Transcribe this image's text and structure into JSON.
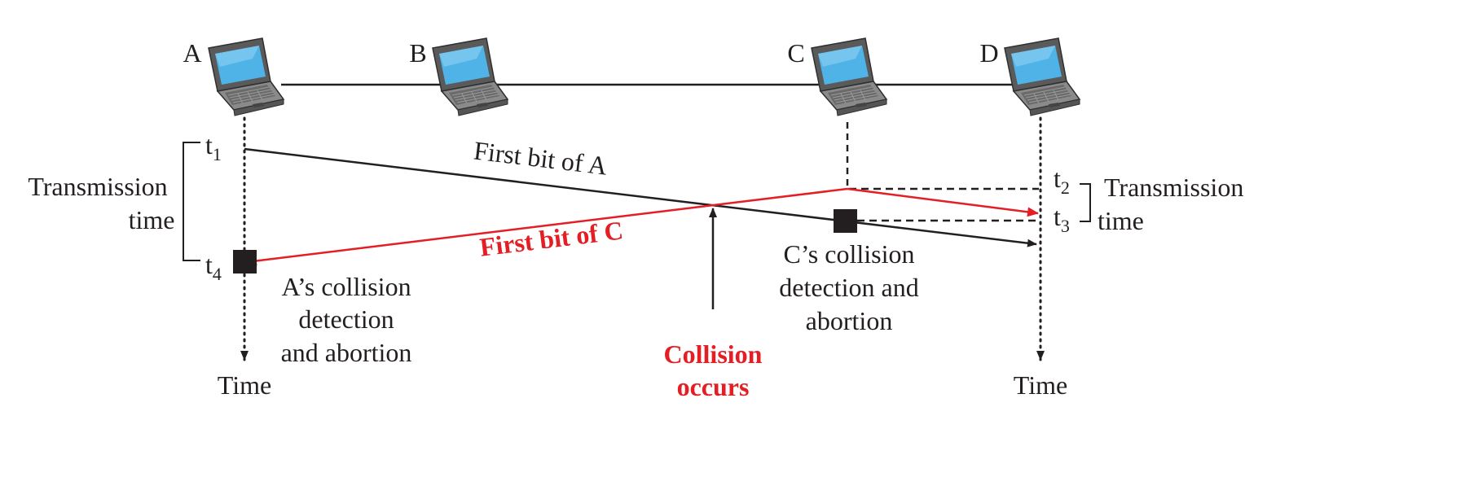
{
  "stations": [
    {
      "name": "A"
    },
    {
      "name": "B"
    },
    {
      "name": "C"
    },
    {
      "name": "D"
    }
  ],
  "labels": {
    "t1": "t",
    "t1_sub": "1",
    "t2": "t",
    "t2_sub": "2",
    "t3": "t",
    "t3_sub": "3",
    "t4": "t",
    "t4_sub": "4",
    "first_bit_a": "First bit of A",
    "first_bit_c": "First bit of C",
    "left_brace_line1": "Transmission",
    "left_brace_line2": "time",
    "right_brace_line1": "Transmission",
    "right_brace_line2": "time",
    "a_collision_line1": "A’s collision",
    "a_collision_line2": "detection",
    "a_collision_line3": "and abortion",
    "c_collision_line1": "C’s collision",
    "c_collision_line2": "detection and",
    "c_collision_line3": "abortion",
    "collision_line1": "Collision",
    "collision_line2": "occurs",
    "time_left": "Time",
    "time_right": "Time"
  },
  "colors": {
    "signal_a": "#231f20",
    "signal_c": "#e31e24",
    "laptop_screen": "#4fb3e8"
  },
  "icons": [
    "laptop-icon"
  ]
}
